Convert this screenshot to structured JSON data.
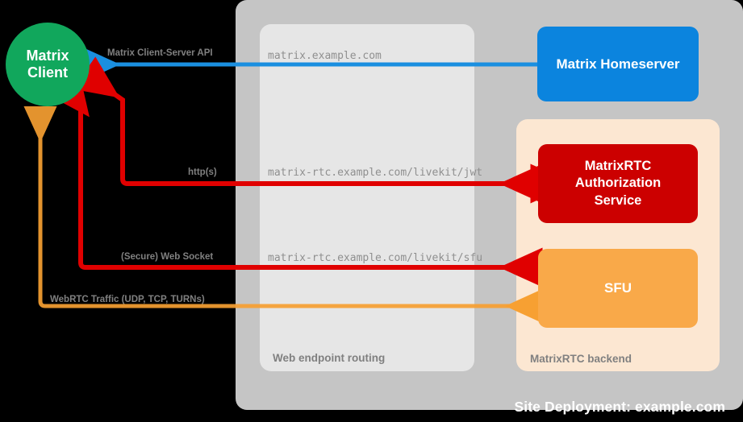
{
  "diagram": {
    "title": "Site Deployment: example.com",
    "containers": {
      "site_deployment": "Site Deployment: example.com",
      "web_routing": "Web endpoint routing",
      "rtc_backend": "MatrixRTC backend"
    },
    "nodes": {
      "matrix_client_line1": "Matrix",
      "matrix_client_line2": "Client",
      "matrix_homeserver": "Matrix Homeserver",
      "auth_service_line1": "MatrixRTC",
      "auth_service_line2": "Authorization",
      "auth_service_line3": "Service",
      "sfu": "SFU"
    },
    "edge_labels": {
      "client_server_api": "Matrix Client-Server API",
      "https": "http(s)",
      "web_socket": "(Secure) Web Socket",
      "webrtc_traffic": "WebRTC Traffic (UDP, TCP, TURNs)"
    },
    "endpoints": {
      "matrix": "matrix.example.com",
      "livekit_jwt": "matrix-rtc.example.com/livekit/jwt",
      "livekit_sfu": "matrix-rtc.example.com/livekit/sfu"
    },
    "colors": {
      "background": "#000000",
      "site_deployment": "#c5c5c5",
      "web_routing": "#e6e6e6",
      "rtc_backend": "#fce7d2",
      "matrix_client": "#11a75c",
      "matrix_homeserver": "#0b84de",
      "auth_service": "#cc0000",
      "sfu": "#f9a949",
      "blue_edge": "#1a8fe0",
      "red_edge": "#e00000",
      "orange_edge": "#f7a032",
      "label_text": "#808080"
    }
  }
}
